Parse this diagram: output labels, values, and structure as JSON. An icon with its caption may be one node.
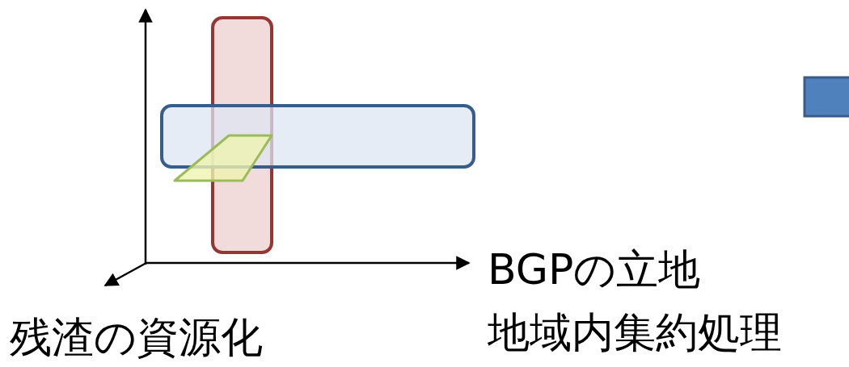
{
  "diagram": {
    "labels": [
      "BGPの立地",
      "地域内集約処理",
      "残渣の資源化"
    ]
  }
}
